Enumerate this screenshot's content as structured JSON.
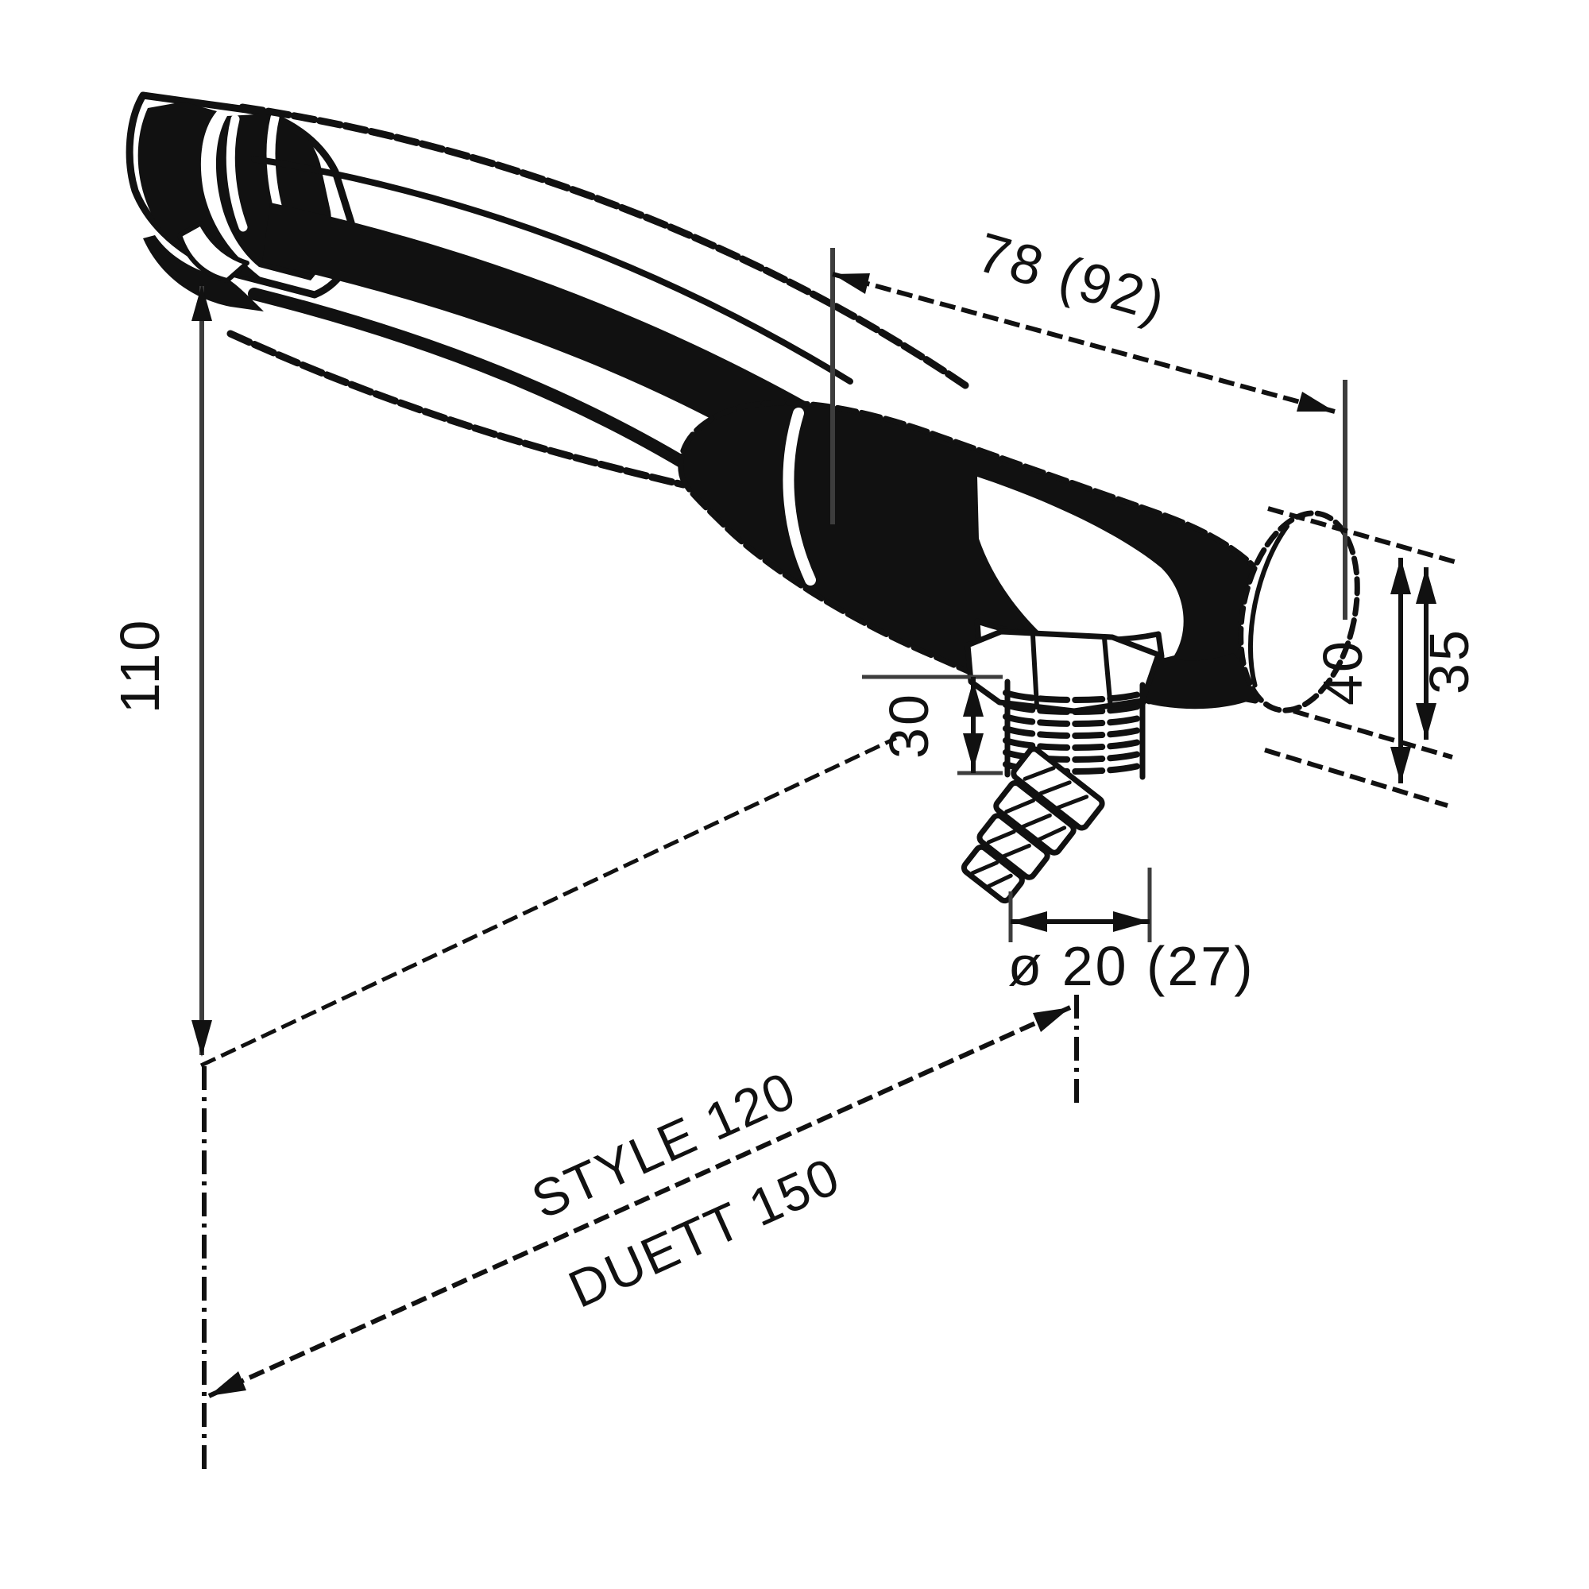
{
  "page": {
    "background_color": "#ffffff",
    "ink_color": "#111111",
    "thin_line_color": "#3d3d3d"
  },
  "drawing": {
    "type": "technical-drawing",
    "subject": "folding galley tap / faucet with hose barb, dimensioned outline drawing",
    "units_note": "",
    "labels": {
      "spout_height": "110",
      "body_reach": "78 (92)",
      "body_depth_total": "40",
      "body_depth_inner": "35",
      "thread_length": "30",
      "hole_diameter": "ø 20 (27)",
      "variant_reach_style": "STYLE 120",
      "variant_reach_duett": "DUETT 150"
    }
  }
}
